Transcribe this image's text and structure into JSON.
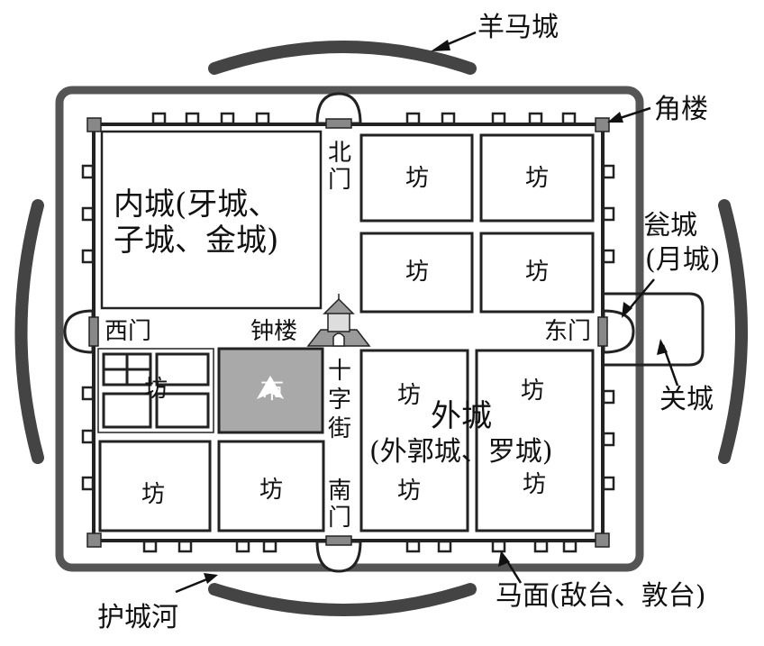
{
  "labels": {
    "yangmacheng": "羊马城",
    "jiaolou": "角楼",
    "weng_line1": "瓮城",
    "weng_line2": "(月城)",
    "guancheng": "关城",
    "huchenghe": "护城河",
    "mamian": "马面(敌台、敦台)",
    "neicheng_line1": "内城(牙城、",
    "neicheng_line2": "子城、金城)",
    "beimen_1": "北",
    "beimen_2": "门",
    "nanmen_1": "南",
    "nanmen_2": "门",
    "ximen": "西门",
    "dongmen": "东门",
    "zhonglou": "钟楼",
    "shizijie_1": "十",
    "shizijie_2": "字",
    "shizijie_3": "街",
    "shi": "市",
    "waicheng_line1": "外城",
    "waicheng_line2": "(外郭城、罗城)",
    "fang": "坊"
  },
  "colors": {
    "wall": "#222222",
    "moat": "#555555",
    "market": "#a9a9a9",
    "corner_tower": "#888888",
    "gate": "#777777"
  }
}
